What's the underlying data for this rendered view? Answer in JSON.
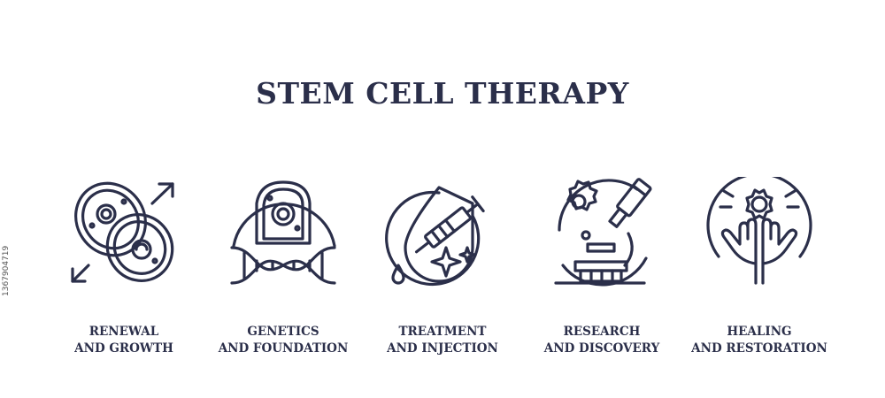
{
  "title": "STEM CELL THERAPY",
  "side_id": "1367904719",
  "items": [
    {
      "icon": "dividing-cells-icon",
      "line1": "RENEWAL",
      "line2": "AND GROWTH"
    },
    {
      "icon": "cell-dna-icon",
      "line1": "GENETICS",
      "line2": "AND FOUNDATION"
    },
    {
      "icon": "syringe-drop-icon",
      "line1": "TREATMENT",
      "line2": "AND INJECTION"
    },
    {
      "icon": "microscope-icon",
      "line1": "RESEARCH",
      "line2": "AND DISCOVERY"
    },
    {
      "icon": "healing-hands-icon",
      "line1": "HEALING",
      "line2": "AND RESTORATION"
    }
  ],
  "colors": {
    "ink": "#2b2f4a",
    "background": "#ffffff"
  }
}
